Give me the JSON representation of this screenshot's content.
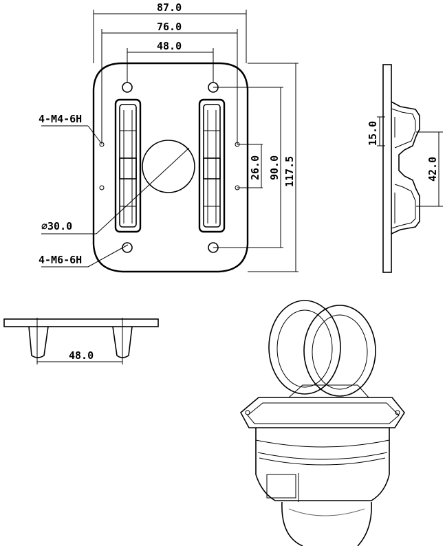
{
  "dimensions": {
    "width_87": "87.0",
    "width_76": "76.0",
    "width_48": "48.0",
    "thread_m4": "4-M4-6H",
    "thread_m6": "4-M6-6H",
    "hole_dia": "⌀30.0",
    "height_26": "26.0",
    "height_90": "90.0",
    "height_117_5": "117.5",
    "side_15": "15.0",
    "side_42": "42.0",
    "bottom_48": "48.0"
  },
  "colors": {
    "line": "#000000",
    "background": "#ffffff",
    "shading": "#666666"
  }
}
